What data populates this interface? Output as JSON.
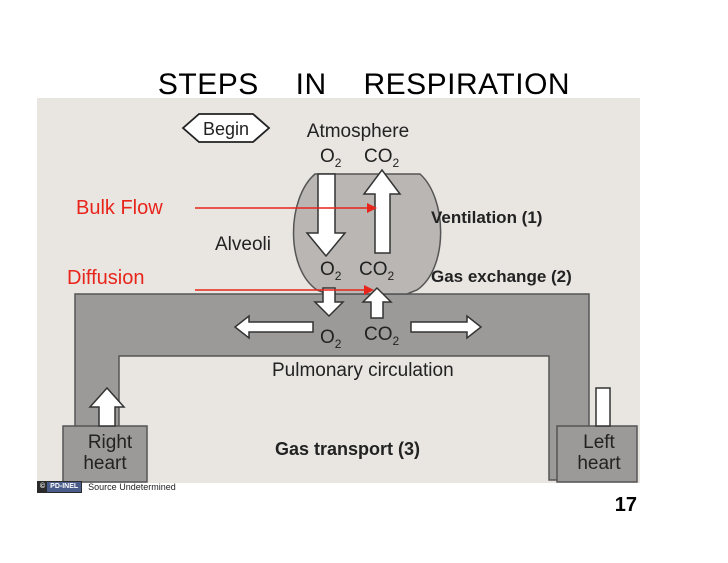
{
  "title": {
    "w1": "STEPS",
    "w2": "IN",
    "w3": "RESPIRATION"
  },
  "labels": {
    "begin": "Begin",
    "atmosphere": "Atmosphere",
    "o2": "O",
    "co2": "CO",
    "sub2": "2",
    "ventilation": "Ventilation  (1)",
    "alveoli": "Alveoli",
    "gas_exchange": "Gas exchange  (2)",
    "pulmonary": "Pulmonary circulation",
    "gas_transport": "Gas transport  (3)",
    "right_heart_1": "Right",
    "right_heart_2": "heart",
    "left_heart_1": "Left",
    "left_heart_2": "heart"
  },
  "annotations": {
    "bulk_flow": "Bulk Flow",
    "diffusion": "Diffusion",
    "arrow_color": "#e8251b"
  },
  "credit": {
    "badge_a": "©",
    "badge_b": "PD-INEL",
    "text": "Source Undetermined"
  },
  "page_number": "17"
}
